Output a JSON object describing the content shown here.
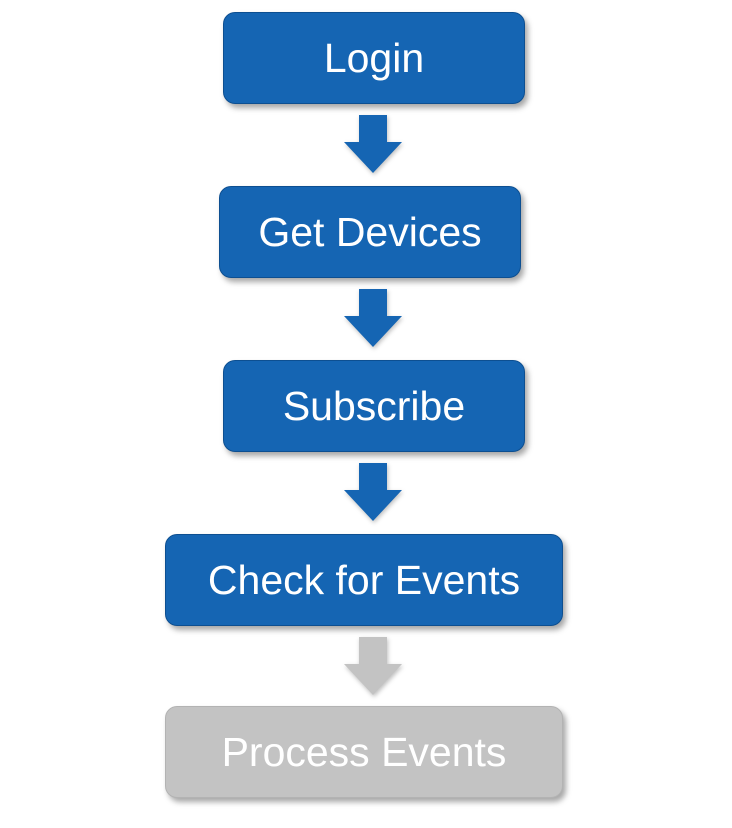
{
  "flowchart": {
    "steps": [
      {
        "label": "Login",
        "state": "active"
      },
      {
        "label": "Get Devices",
        "state": "active"
      },
      {
        "label": "Subscribe",
        "state": "active"
      },
      {
        "label": "Check for Events",
        "state": "active"
      },
      {
        "label": "Process Events",
        "state": "inactive"
      }
    ],
    "arrows": [
      {
        "state": "active"
      },
      {
        "state": "active"
      },
      {
        "state": "active"
      },
      {
        "state": "inactive"
      }
    ],
    "colors": {
      "active_fill": "#1565b3",
      "inactive_fill": "#c3c3c3",
      "text": "#ffffff"
    }
  }
}
